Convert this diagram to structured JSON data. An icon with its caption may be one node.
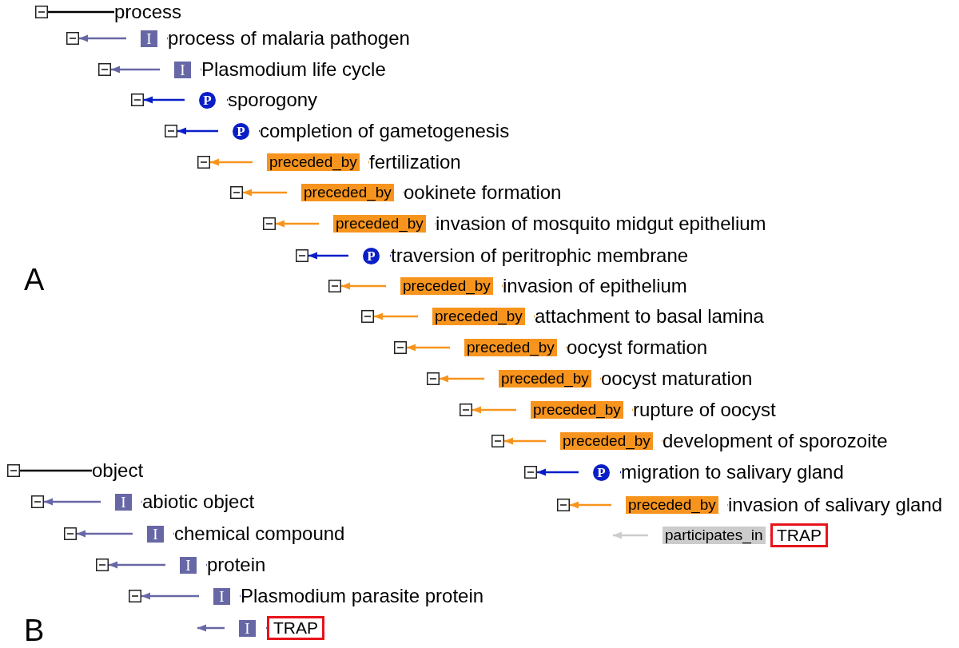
{
  "diagram": {
    "nodes": [
      {
        "text": [],
        "shape": "box"
      },
      {
        "text": [
          "process"
        ]
      },
      {
        "text": [],
        "shape": "box"
      },
      {
        "text": [
          "process of malaria pathogen"
        ]
      },
      {
        "text": [],
        "shape": "box"
      },
      {
        "text": [
          "Plasmodium life cycle"
        ]
      },
      {
        "text": [],
        "shape": "box"
      },
      {
        "text": [
          "sporogony"
        ]
      },
      {
        "text": [],
        "shape": "box"
      },
      {
        "text": [
          "completion of gametogenesis"
        ]
      },
      {
        "text": [],
        "shape": "box"
      },
      {
        "text": [
          "fertilization"
        ]
      },
      {
        "text": [],
        "shape": "box"
      },
      {
        "text": [
          "ookinete formation"
        ]
      },
      {
        "text": [],
        "shape": "box"
      },
      {
        "text": [
          "invasion of mosquito midgut epithelium"
        ]
      },
      {
        "text": [],
        "shape": "box"
      },
      {
        "text": [
          "traversion of peritrophic membrane"
        ]
      },
      {
        "text": [],
        "shape": "box"
      },
      {
        "text": [
          "invasion of epithelium"
        ]
      },
      {
        "text": [],
        "shape": "box"
      },
      {
        "text": [
          "attachment to basal lamina"
        ]
      },
      {
        "text": [],
        "shape": "box"
      },
      {
        "text": [
          "oocyst formation"
        ]
      },
      {
        "text": [],
        "shape": "box"
      },
      {
        "text": [
          "oocyst maturation"
        ]
      },
      {
        "text": [],
        "shape": "box"
      },
      {
        "text": [
          "rupture of oocyst"
        ]
      },
      {
        "text": [],
        "shape": "box"
      },
      {
        "text": [
          "development of sporozoite"
        ]
      },
      {
        "text": [],
        "shape": "box"
      },
      {
        "text": [
          "migration to salivary gland"
        ]
      },
      {
        "text": [],
        "shape": "box"
      },
      {
        "text": [
          "invasion of salivary gland"
        ]
      },
      {
        "text": [
          "TRAP"
        ]
      },
      {
        "text": [],
        "shape": "box"
      },
      {
        "text": [
          "object"
        ]
      },
      {
        "text": [],
        "shape": "box"
      },
      {
        "text": [
          "abiotic object"
        ]
      },
      {
        "text": [],
        "shape": "box"
      },
      {
        "text": [
          "chemical compound"
        ]
      },
      {
        "text": [],
        "shape": "box"
      },
      {
        "text": [
          "protein"
        ]
      },
      {
        "text": [],
        "shape": "box"
      },
      {
        "text": [
          "Plasmodium parasite protein"
        ]
      },
      {
        "text": [
          "TRAP"
        ]
      }
    ],
    "edges": [
      {
        "from": 1,
        "to": 0,
        "arrow": "none",
        "color": "#000000"
      },
      {
        "from": 3,
        "to": 2,
        "arrow": "to",
        "label": "I",
        "color": "#6767a6"
      },
      {
        "from": 5,
        "to": 4,
        "arrow": "to",
        "label": "I",
        "color": "#6767a6"
      },
      {
        "from": 7,
        "to": 6,
        "arrow": "to",
        "label": "P",
        "color": "#0a1ec8"
      },
      {
        "from": 9,
        "to": 8,
        "arrow": "to",
        "label": "P",
        "color": "#0a1ec8"
      },
      {
        "from": 11,
        "to": 10,
        "arrow": "to",
        "label": "preceded_by"
      },
      {
        "from": 13,
        "to": 12,
        "arrow": "to",
        "label": "preceded_by"
      },
      {
        "from": 15,
        "to": 14,
        "arrow": "to",
        "label": "preceded_by"
      },
      {
        "from": 17,
        "to": 16,
        "arrow": "to",
        "label": "P",
        "color": "#0a1ec8"
      },
      {
        "from": 19,
        "to": 18,
        "arrow": "to",
        "label": "preceded_by"
      },
      {
        "from": 21,
        "to": 20,
        "arrow": "to",
        "label": "preceded_by"
      },
      {
        "from": 23,
        "to": 22,
        "arrow": "to",
        "label": "preceded_by"
      },
      {
        "from": 25,
        "to": 24,
        "arrow": "to",
        "label": "preceded_by"
      },
      {
        "from": 27,
        "to": 26,
        "arrow": "to",
        "label": "preceded_by"
      },
      {
        "from": 29,
        "to": 28,
        "arrow": "to",
        "label": "preceded_by"
      },
      {
        "from": 31,
        "to": 30,
        "arrow": "to",
        "label": "P",
        "color": "#0a1ec8"
      },
      {
        "from": 33,
        "to": 32,
        "arrow": "to",
        "label": "preceded_by"
      },
      {
        "from": 34,
        "to": null,
        "arrow": "to",
        "label": "participates_in",
        "color": "#cccccc"
      },
      {
        "from": 36,
        "to": 35,
        "arrow": "none",
        "color": "#000000"
      },
      {
        "from": 38,
        "to": 37,
        "arrow": "to",
        "label": "I",
        "color": "#6767a6"
      },
      {
        "from": 40,
        "to": 39,
        "arrow": "to",
        "label": "I",
        "color": "#6767a6"
      },
      {
        "from": 42,
        "to": 41,
        "arrow": "to",
        "label": "I",
        "color": "#6767a6"
      },
      {
        "from": 44,
        "to": 43,
        "arrow": "to",
        "label": "I",
        "color": "#6767a6"
      },
      {
        "from": 45,
        "to": null,
        "arrow": "to",
        "label": "I",
        "color": "#6767a6"
      }
    ],
    "labels": [
      "A",
      "B"
    ]
  }
}
